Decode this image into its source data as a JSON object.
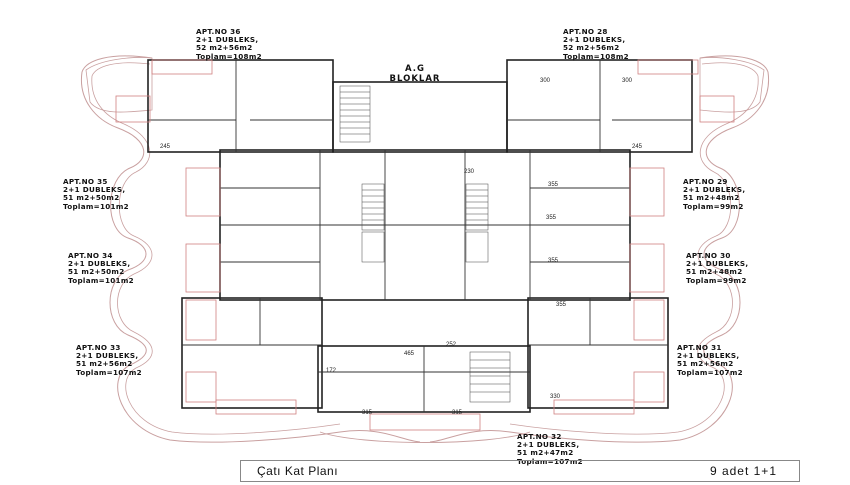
{
  "block": {
    "line1": "A.G",
    "line2": "BLOKLAR"
  },
  "apartments": [
    {
      "id": "apt36",
      "name": "APT.NO 36",
      "type": "2+1 DUBLEKS,",
      "area": "52 m2+56m2",
      "total": "Toplam=108m2"
    },
    {
      "id": "apt28",
      "name": "APT.NO 28",
      "type": "2+1 DUBLEKS,",
      "area": "52 m2+56m2",
      "total": "Toplam=108m2"
    },
    {
      "id": "apt35",
      "name": "APT.NO 35",
      "type": "2+1 DUBLEKS,",
      "area": "51 m2+50m2",
      "total": "Toplam=101m2"
    },
    {
      "id": "apt29",
      "name": "APT.NO 29",
      "type": "2+1 DUBLEKS,",
      "area": "51 m2+48m2",
      "total": "Toplam=99m2"
    },
    {
      "id": "apt34",
      "name": "APT.NO 34",
      "type": "2+1 DUBLEKS,",
      "area": "51 m2+50m2",
      "total": "Toplam=101m2"
    },
    {
      "id": "apt30",
      "name": "APT.NO 30",
      "type": "2+1 DUBLEKS,",
      "area": "51 m2+48m2",
      "total": "Toplam=99m2"
    },
    {
      "id": "apt33",
      "name": "APT.NO 33",
      "type": "2+1 DUBLEKS,",
      "area": "51 m2+56m2",
      "total": "Toplam=107m2"
    },
    {
      "id": "apt31",
      "name": "APT.NO 31",
      "type": "2+1 DUBLEKS,",
      "area": "51 m2+56m2",
      "total": "Toplam=107m2"
    },
    {
      "id": "apt32",
      "name": "APT.NO 32",
      "type": "2+1 DUBLEKS,",
      "area": "51 m2+47m2",
      "total": "Toplam=107m2"
    }
  ],
  "dimensions": [
    "300",
    "300",
    "245",
    "245",
    "230",
    "355",
    "355",
    "355",
    "355",
    "465",
    "252",
    "172",
    "315",
    "315",
    "330"
  ],
  "footer": {
    "title": "Çatı Kat Planı",
    "count": "9 adet 1+1"
  }
}
